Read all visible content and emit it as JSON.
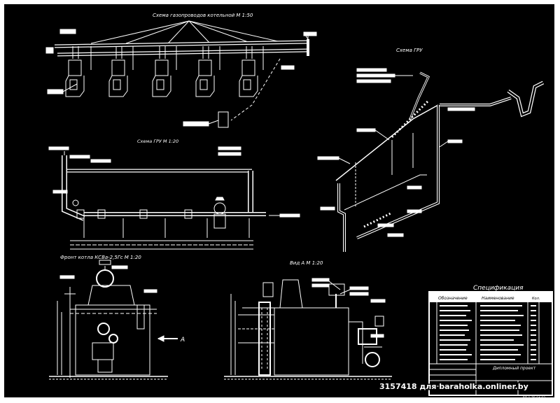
{
  "titles": {
    "boiler_gas_scheme": "Схема газопроводов котельной М 1:50",
    "gru_scheme": "Схема ГРУ",
    "gru_scheme_scaled": "Схема ГРУ М 1:20",
    "boiler_front": "Фронт котла  КСВа-2,5Гс М 1:20",
    "view_a": "Вид  А  М 1:20",
    "view_marker": "А"
  },
  "spec": {
    "title": "Спецификация",
    "headers": [
      "Обозначение",
      "Наименование",
      "Кол."
    ],
    "diploma": "Дипломный проект"
  },
  "watermark": "3157418 для baraholka.onliner.by",
  "footer_code": "ДП 1-70 04 03"
}
